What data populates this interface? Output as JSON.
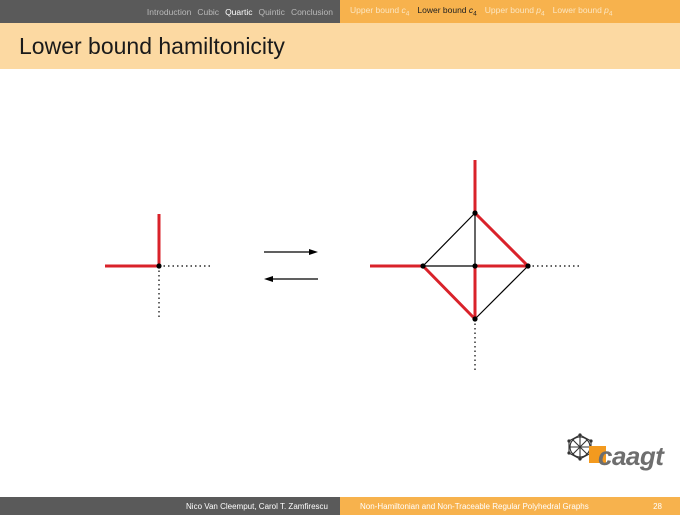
{
  "nav": {
    "sections": [
      {
        "label": "Introduction",
        "active": false
      },
      {
        "label": "Cubic",
        "active": false
      },
      {
        "label": "Quartic",
        "active": true
      },
      {
        "label": "Quintic",
        "active": false
      },
      {
        "label": "Conclusion",
        "active": false
      }
    ],
    "subsections": [
      {
        "label": "Upper bound ",
        "sym": "c",
        "sub": "4",
        "active": false
      },
      {
        "label": "Lower bound ",
        "sym": "c",
        "sub": "4",
        "active": true
      },
      {
        "label": "Upper bound ",
        "sym": "p",
        "sub": "4",
        "active": false
      },
      {
        "label": "Lower bound ",
        "sym": "p",
        "sub": "4",
        "active": false
      }
    ]
  },
  "title": "Lower bound hamiltonicity",
  "colors": {
    "nav_dark": "#5a5a5a",
    "nav_orange": "#f7b24d",
    "title_bg": "#fcd9a2",
    "edge_red": "#d9222a",
    "edge_black": "#000000"
  },
  "logo": {
    "text": "caagt",
    "icon": "graph-logo-icon"
  },
  "footer": {
    "authors": "Nico Van Cleemput, Carol T. Zamfirescu",
    "talk_title": "Non-Hamiltonian and Non-Traceable Regular Polyhedral Graphs",
    "page": "28"
  }
}
